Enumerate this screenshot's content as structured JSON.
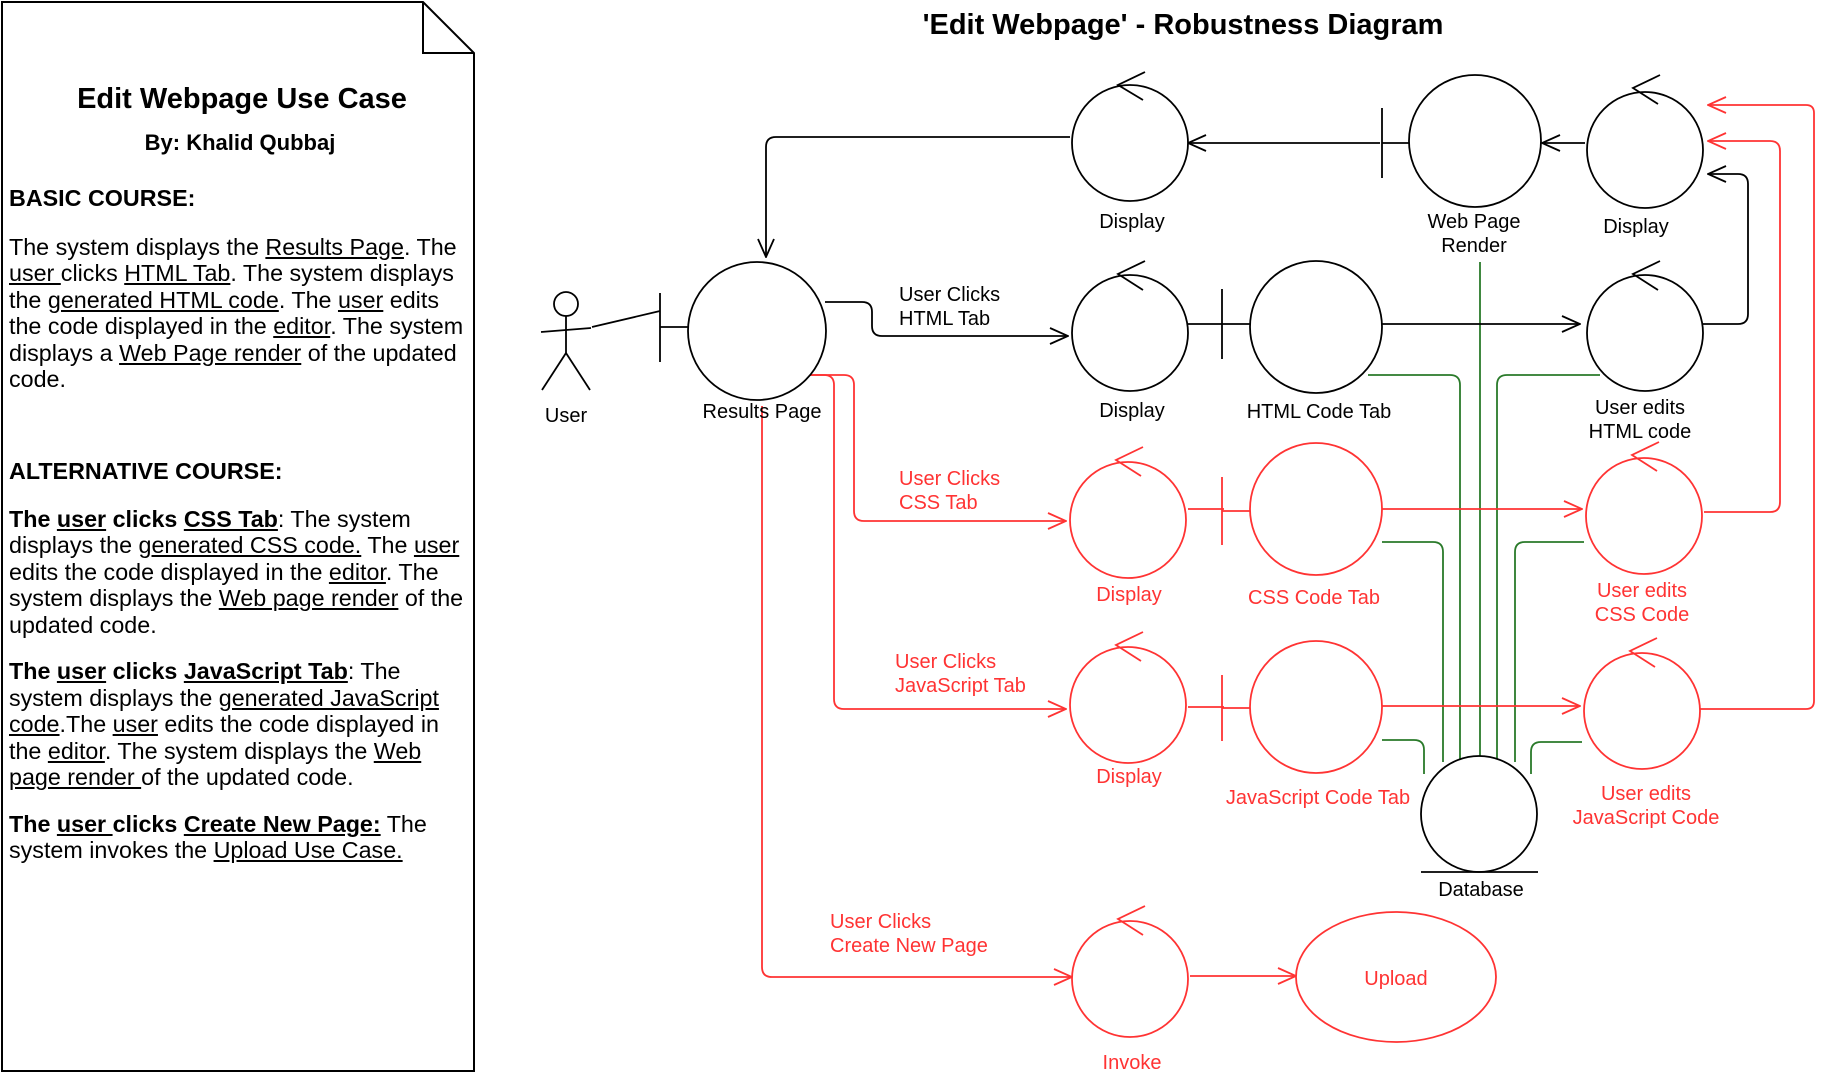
{
  "diagram": {
    "title": "'Edit Webpage' - Robustness Diagram",
    "colors": {
      "basic": "#000000",
      "alternative": "#ff3333",
      "data_link": "#2a7a2a",
      "background": "#ffffff"
    },
    "nodes": {
      "user": "User",
      "results_page": "Results Page",
      "display_top": "Display",
      "web_page_render": "Web Page\nRender",
      "display_render": "Display",
      "display_html": "Display",
      "html_code_tab": "HTML Code Tab",
      "user_edits_html": "User edits\nHTML code",
      "display_css": "Display",
      "css_code_tab": "CSS Code Tab",
      "user_edits_css": "User edits\nCSS Code",
      "display_js": "Display",
      "js_code_tab": "JavaScript Code Tab",
      "user_edits_js": "User edits\nJavaScript Code",
      "database": "Database",
      "invoke": "Invoke",
      "upload": "Upload"
    },
    "edge_labels": {
      "html_tab": "User Clicks\nHTML Tab",
      "css_tab": "User Clicks\nCSS Tab",
      "js_tab": "User Clicks\nJavaScript Tab",
      "create_page": "User Clicks\nCreate New Page"
    }
  },
  "use_case": {
    "title": "Edit Webpage Use Case",
    "author": "By: Khalid Qubbaj",
    "basic_heading": "BASIC COURSE:",
    "basic": {
      "t1": "The system displays the ",
      "l1": "Results Page",
      "t2": ". The ",
      "l2": "user ",
      "t3": "clicks ",
      "l3": "HTML Tab",
      "t4": ". The system displays the ",
      "l4": "generated HTML code",
      "t5": ". The ",
      "l5": "user",
      "t6": " edits the code displayed in the ",
      "l6": "editor",
      "t7": ". The system displays a ",
      "l7": "Web Page render",
      "t8": " of the updated code."
    },
    "alt_heading": "ALTERNATIVE COURSE:",
    "css": {
      "b1": "The ",
      "bl1": "user",
      "b2": " clicks ",
      "bl2": "CSS Tab",
      "t1": ": The system displays the ",
      "l1": "generated CSS code.",
      "t2": " The ",
      "l2": "user",
      "t3": " edits the code displayed in the ",
      "l3": "editor",
      "t4": ". The system displays the ",
      "l4": "Web page render",
      "t5": " of the updated code."
    },
    "js": {
      "b1": "The ",
      "bl1": "user",
      "b2": " clicks ",
      "bl2": "JavaScript Tab",
      "t1": ": The system displays the ",
      "l1": "generated JavaScript code",
      "t2": ".The ",
      "l2": "user",
      "t3": " edits the code displayed in the ",
      "l3": "editor",
      "t4": ". The system displays the ",
      "l4": "Web page render ",
      "t5": "of the updated code."
    },
    "create": {
      "b1": "The ",
      "bl1": "user ",
      "b2": "clicks ",
      "bl2": "Create New Page:",
      "t1": " The system invokes the ",
      "l1": "Upload Use Case."
    }
  }
}
